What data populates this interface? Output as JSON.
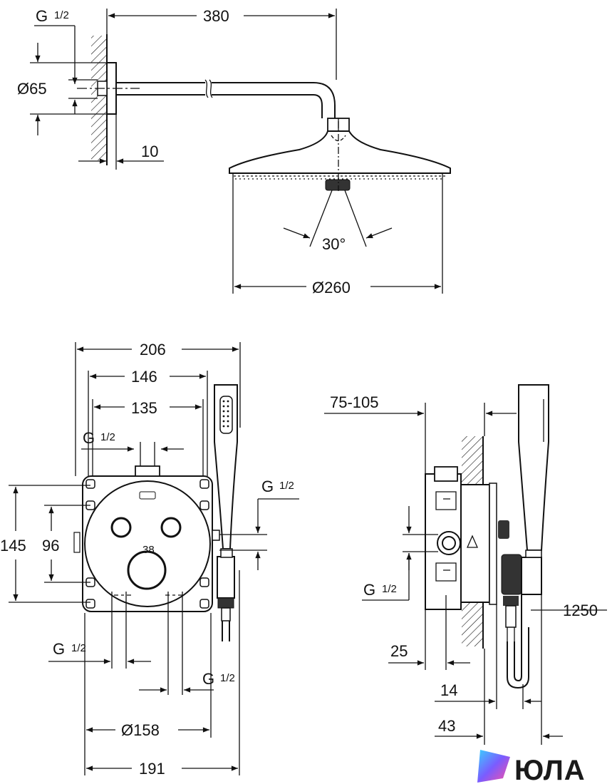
{
  "top_view": {
    "thread_label_g": "G",
    "thread_label_frac": "1/2",
    "width_380": "380",
    "diameter_65": "Ø65",
    "flange_10": "10",
    "angle_30": "30°",
    "diameter_260": "Ø260"
  },
  "front_view": {
    "width_206": "206",
    "width_146": "146",
    "width_135": "135",
    "thread_top_g": "G",
    "thread_top_frac": "1/2",
    "thread_right_g": "G",
    "thread_right_frac": "1/2",
    "height_145": "145",
    "height_96": "96",
    "thread_bottom_left_g": "G",
    "thread_bottom_left_frac": "1/2",
    "thread_bottom_right_g": "G",
    "thread_bottom_right_frac": "1/2",
    "diameter_158": "Ø158",
    "width_191": "191"
  },
  "side_view": {
    "depth_range": "75-105",
    "thread_g": "G",
    "thread_frac": "1/2",
    "hose_length": "1250",
    "depth_25": "25",
    "depth_14": "14",
    "depth_43": "43"
  },
  "logo": {
    "text": "ЮЛА",
    "colors": [
      "#3ad0ff",
      "#7a5cff",
      "#ff4fa0"
    ]
  }
}
